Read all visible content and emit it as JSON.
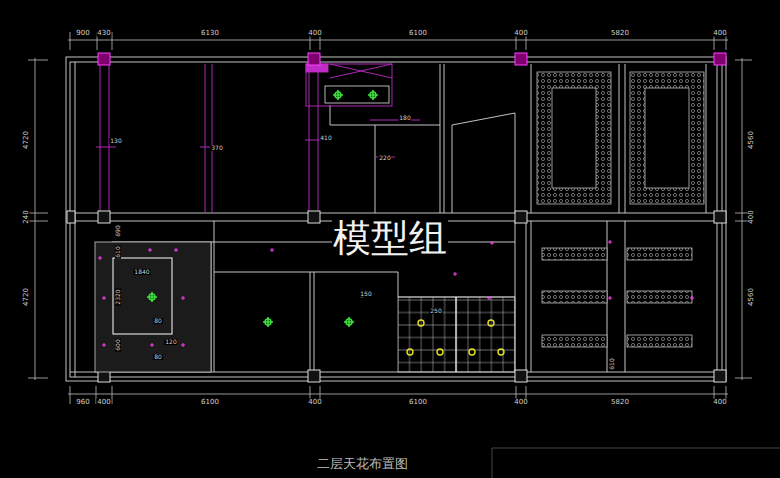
{
  "diagram": {
    "caption": "二层天花布置图",
    "labels": [
      "900",
      "430",
      "6130",
      "400",
      "6100",
      "400",
      "5820",
      "400",
      "960",
      "400",
      "6100",
      "400",
      "6100",
      "400",
      "5820",
      "400",
      "4720",
      "240",
      "4720",
      "4560",
      "400",
      "4560",
      "130",
      "370",
      "410",
      "180",
      "220",
      "690",
      "610",
      "1840",
      "2320",
      "600",
      "80",
      "80",
      "120",
      "150",
      "250",
      "610",
      "模型组"
    ]
  }
}
